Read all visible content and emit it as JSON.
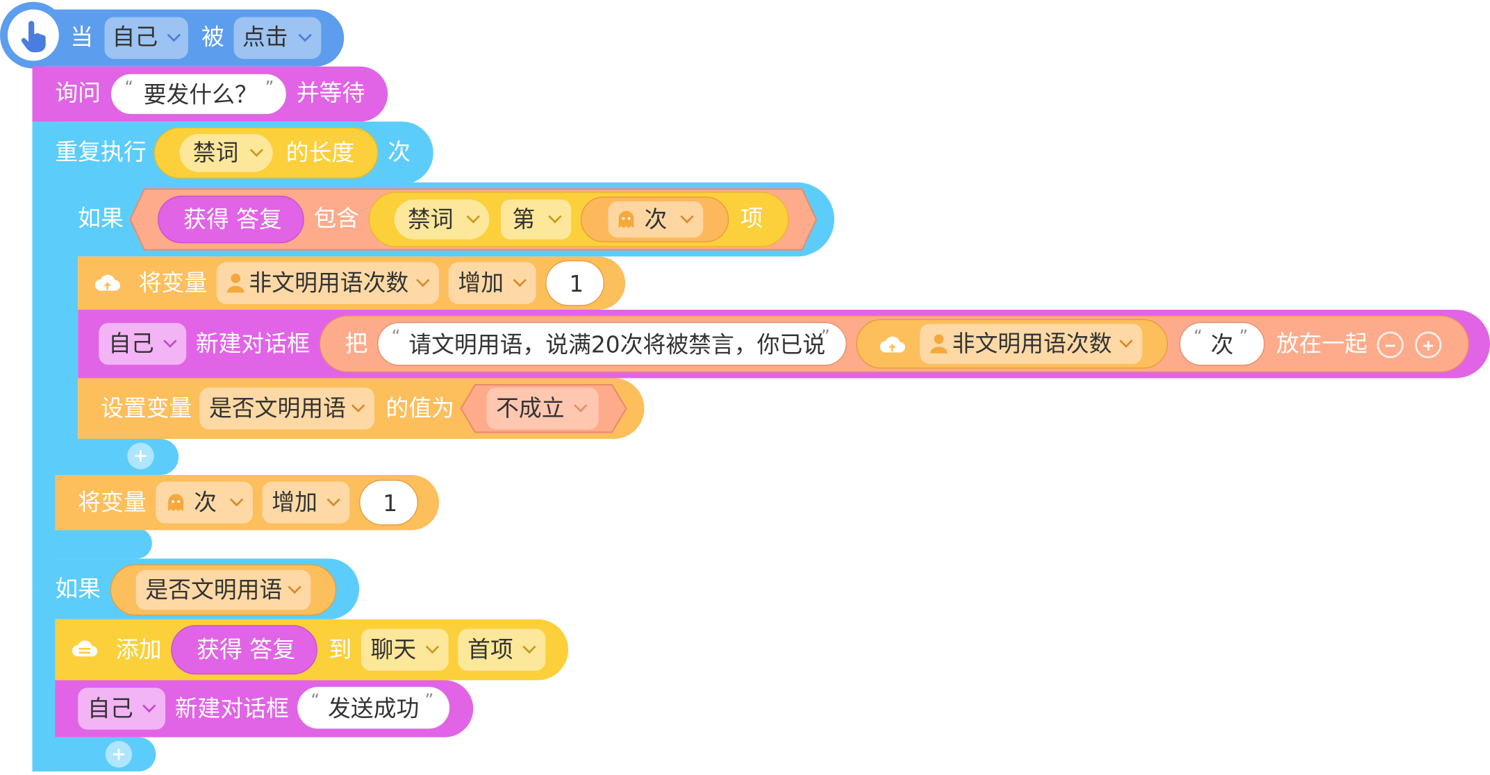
{
  "colors": {
    "event_blue": "#5c9ded",
    "looks_pink": "#e164e6",
    "control_cyan": "#5ccdfb",
    "variable_orange": "#fdb85c",
    "data_yellow": "#fcd03a",
    "operator_salmon": "#fdab8a",
    "cloud_orange": "#fdbe5c"
  },
  "event": {
    "icon": "pointer-hand-icon",
    "word_when": "当",
    "target": "自己",
    "word_is": "被",
    "action": "点击"
  },
  "ask": {
    "label": "询问",
    "question": "要发什么？",
    "suffix": "并等待"
  },
  "repeat": {
    "label": "重复执行",
    "list": "禁词",
    "length_of": "的长度",
    "suffix": "次"
  },
  "if1": {
    "label": "如果",
    "answer_reporter": "获得 答复",
    "contains": "包含",
    "list": "禁词",
    "item_prefix": "第",
    "index_var": "次",
    "item_suffix": "项"
  },
  "change1": {
    "icon": "cloud-upload-icon",
    "label": "将变量",
    "var_icon": "user-icon",
    "variable": "非文明用语次数",
    "op": "增加",
    "value": "1"
  },
  "say1": {
    "target": "自己",
    "label": "新建对话框",
    "join_label": "把",
    "text1": "请文明用语，说满20次将被禁言，你已说",
    "cloud_icon": "cloud-upload-icon",
    "var_icon": "user-icon",
    "variable": "非文明用语次数",
    "text2": "次",
    "join_suffix": "放在一起",
    "minus_icon": "minus-icon",
    "plus_icon": "plus-icon"
  },
  "set1": {
    "label": "设置变量",
    "variable": "是否文明用语",
    "to": "的值为",
    "value": "不成立"
  },
  "change2": {
    "label": "将变量",
    "var_icon": "ghost-icon",
    "variable": "次",
    "op": "增加",
    "value": "1"
  },
  "if2": {
    "label": "如果",
    "condition": "是否文明用语"
  },
  "add": {
    "icon": "cloud-list-icon",
    "label": "添加",
    "reporter": "获得 答复",
    "to": "到",
    "list": "聊天",
    "position": "首项"
  },
  "say2": {
    "target": "自己",
    "label": "新建对话框",
    "text": "发送成功"
  }
}
